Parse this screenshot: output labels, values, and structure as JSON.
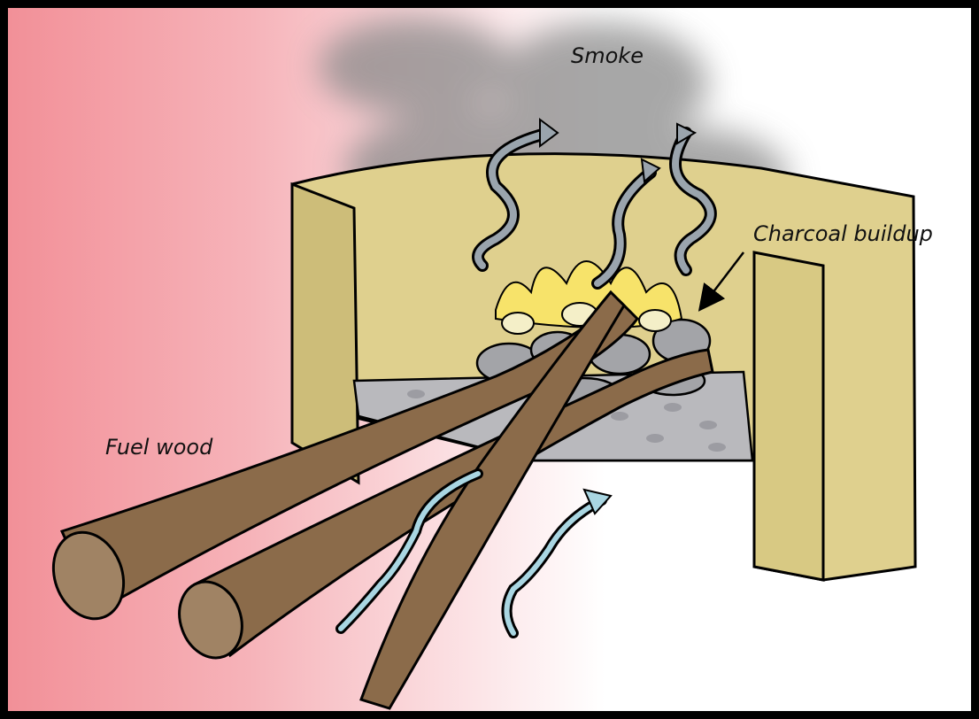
{
  "labels": {
    "smoke": "Smoke",
    "charcoal": "Charcoal buildup",
    "fuel_wood": "Fuel wood"
  },
  "colors": {
    "background_left": "#f29098",
    "background_right": "#ffffff",
    "stove": "#dfd08e",
    "wood": "#8b6b4a",
    "smoke": "#8a8a8a",
    "flame": "#f7e36a",
    "charcoal": "#9fa0a4",
    "air": "#a9d6e2"
  }
}
